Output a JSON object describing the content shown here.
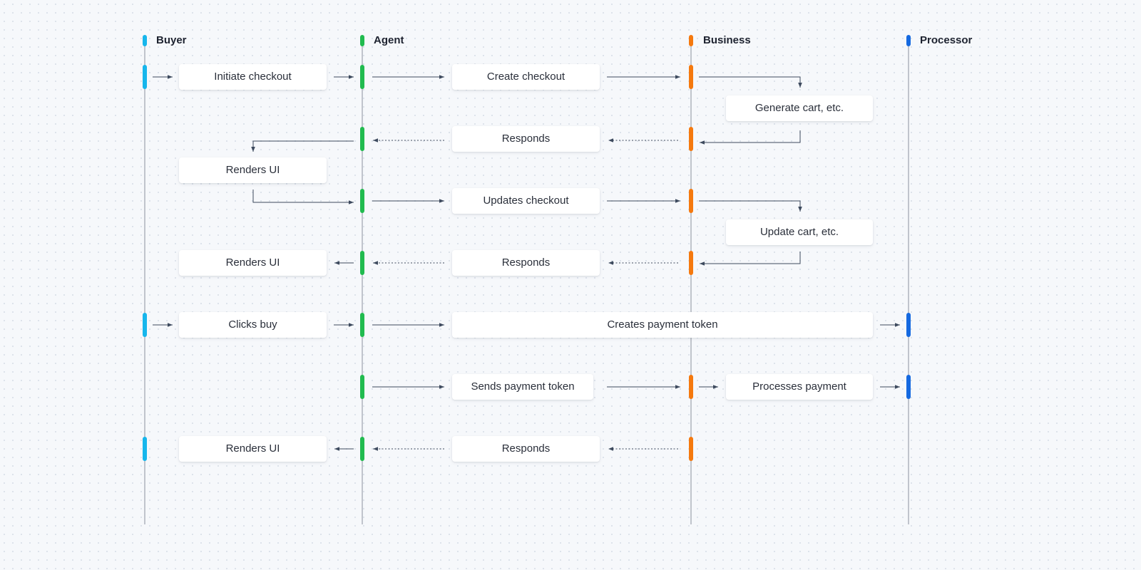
{
  "lifelines": [
    {
      "id": "buyer",
      "label": "Buyer",
      "color": "#16b6ec"
    },
    {
      "id": "agent",
      "label": "Agent",
      "color": "#21bb4f"
    },
    {
      "id": "business",
      "label": "Business",
      "color": "#f5790e"
    },
    {
      "id": "processor",
      "label": "Processor",
      "color": "#1569e0"
    }
  ],
  "steps": [
    {
      "id": "initiate_checkout",
      "label": "Initiate checkout"
    },
    {
      "id": "create_checkout",
      "label": "Create checkout"
    },
    {
      "id": "generate_cart",
      "label": "Generate cart, etc."
    },
    {
      "id": "responds_1",
      "label": "Responds"
    },
    {
      "id": "renders_ui_1",
      "label": "Renders UI"
    },
    {
      "id": "updates_checkout",
      "label": "Updates checkout"
    },
    {
      "id": "update_cart",
      "label": "Update cart, etc."
    },
    {
      "id": "renders_ui_2",
      "label": "Renders UI"
    },
    {
      "id": "responds_2",
      "label": "Responds"
    },
    {
      "id": "clicks_buy",
      "label": "Clicks buy"
    },
    {
      "id": "creates_payment_token",
      "label": "Creates payment token"
    },
    {
      "id": "sends_payment_token",
      "label": "Sends payment token"
    },
    {
      "id": "processes_payment",
      "label": "Processes payment"
    },
    {
      "id": "renders_ui_3",
      "label": "Renders UI"
    },
    {
      "id": "responds_3",
      "label": "Responds"
    }
  ],
  "colors": {
    "line": "#a3a9b3",
    "arrow": "#3d4a5e"
  }
}
